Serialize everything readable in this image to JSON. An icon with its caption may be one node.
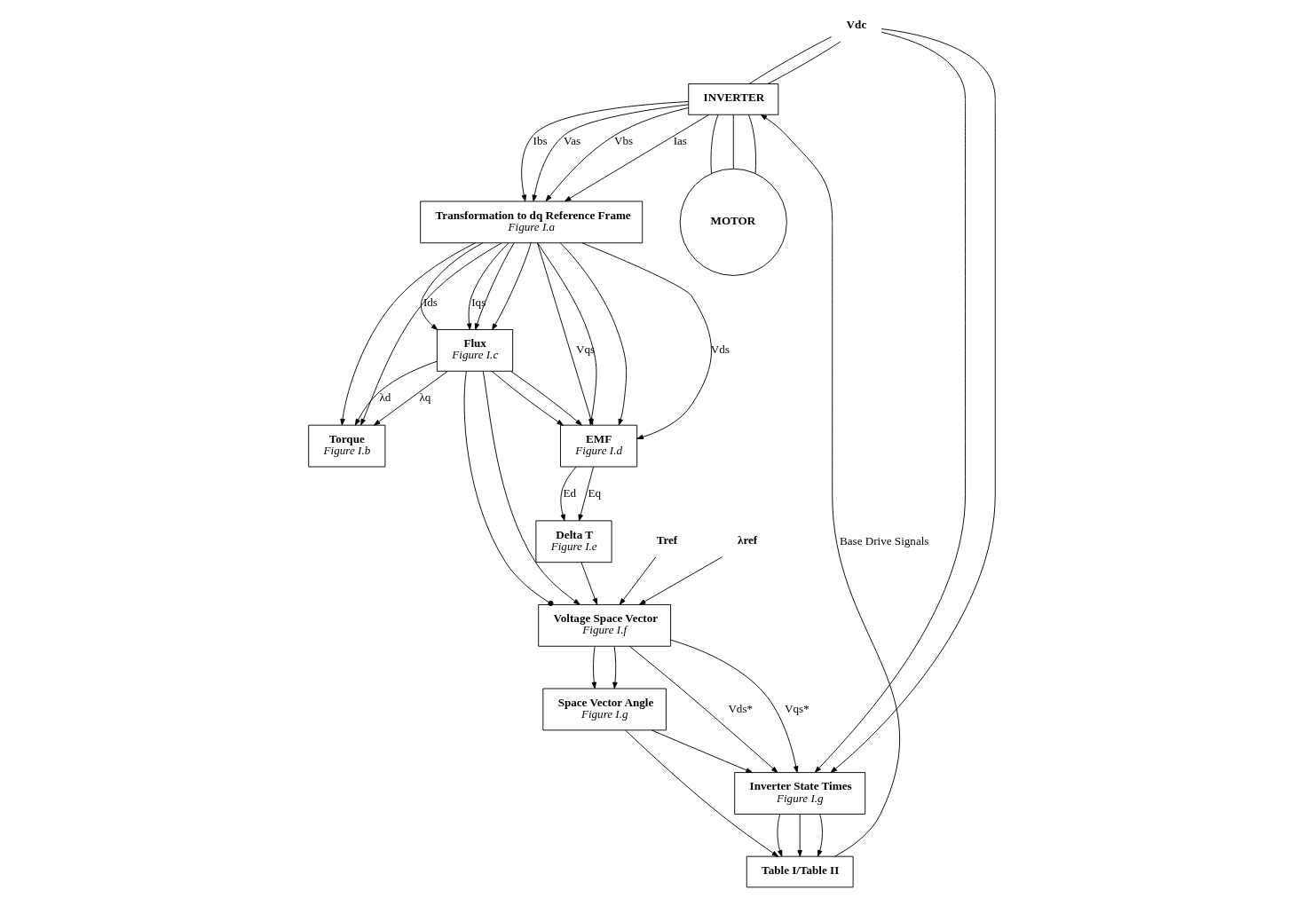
{
  "diagram": {
    "nodes": [
      {
        "text": [
          "INVERTER"
        ]
      },
      {
        "text": [
          "MOTOR"
        ]
      },
      {
        "text": [
          "Vdc"
        ]
      },
      {
        "text": [
          "Table I/Table II"
        ]
      },
      {
        "text": [
          "Transformation to dq Reference Frame",
          "Figure I.a"
        ]
      },
      {
        "text": [
          "Inverter State Times",
          "Figure I.g"
        ]
      },
      {
        "text": [
          "Flux",
          "Figure I.c"
        ]
      },
      {
        "text": [
          "Space Vector Angle",
          "Figure I.g"
        ]
      },
      {
        "text": [
          "Torque",
          "Figure I.b"
        ]
      },
      {
        "text": [
          "Delta T",
          "Figure I.e"
        ]
      },
      {
        "text": [
          "EMF",
          "Figure I.d"
        ]
      },
      {
        "text": [
          "Tref"
        ]
      },
      {
        "text": [
          "Voltage Space Vector",
          "Figure I.f"
        ]
      },
      {
        "text": [
          "λref"
        ]
      }
    ],
    "edges": [
      {
        "from": 2,
        "to": 0,
        "arrow": "none"
      },
      {
        "from": 2,
        "to": 0,
        "arrow": "none"
      },
      {
        "from": 0,
        "to": 1,
        "arrow": "none"
      },
      {
        "from": 0,
        "to": 1,
        "arrow": "none"
      },
      {
        "from": 0,
        "to": 1,
        "arrow": "none"
      },
      {
        "from": 2,
        "to": 5,
        "arrow": "to"
      },
      {
        "from": 2,
        "to": 5,
        "arrow": "to"
      },
      {
        "from": 3,
        "to": 0,
        "arrow": "to",
        "label": "Base Drive Signals"
      },
      {
        "from": 0,
        "to": 4,
        "arrow": "to",
        "label": "Vas"
      },
      {
        "from": 0,
        "to": 4,
        "arrow": "to",
        "label": "Vbs"
      },
      {
        "from": 0,
        "to": 4,
        "arrow": "to",
        "label": "Ias"
      },
      {
        "from": 0,
        "to": 4,
        "arrow": "to",
        "label": "Ibs"
      },
      {
        "from": 5,
        "to": 3,
        "arrow": "to"
      },
      {
        "from": 5,
        "to": 3,
        "arrow": "to"
      },
      {
        "from": 5,
        "to": 3,
        "arrow": "to"
      },
      {
        "from": 7,
        "to": 3,
        "arrow": "to"
      },
      {
        "from": 7,
        "to": 5,
        "arrow": "to"
      },
      {
        "from": 12,
        "to": 5,
        "arrow": "to",
        "label": "Vds*"
      },
      {
        "from": 12,
        "to": 5,
        "arrow": "to",
        "label": "Vqs*"
      },
      {
        "from": 12,
        "to": 7,
        "arrow": "to"
      },
      {
        "from": 12,
        "to": 7,
        "arrow": "to"
      },
      {
        "from": 4,
        "to": 6,
        "arrow": "to"
      },
      {
        "from": 4,
        "to": 6,
        "arrow": "to"
      },
      {
        "from": 4,
        "to": 6,
        "arrow": "to",
        "label": "Ids"
      },
      {
        "from": 4,
        "to": 6,
        "arrow": "to",
        "label": "Iqs"
      },
      {
        "from": 4,
        "to": 8,
        "arrow": "to"
      },
      {
        "from": 4,
        "to": 8,
        "arrow": "to"
      },
      {
        "from": 6,
        "to": 8,
        "arrow": "to",
        "label": "λd"
      },
      {
        "from": 6,
        "to": 8,
        "arrow": "to",
        "label": "λq"
      },
      {
        "from": 4,
        "to": 10,
        "arrow": "to",
        "label": "Vds"
      },
      {
        "from": 4,
        "to": 10,
        "arrow": "to",
        "label": "Vqs"
      },
      {
        "from": 4,
        "to": 10,
        "arrow": "to"
      },
      {
        "from": 4,
        "to": 10,
        "arrow": "to"
      },
      {
        "from": 6,
        "to": 10,
        "arrow": "to"
      },
      {
        "from": 6,
        "to": 10,
        "arrow": "to"
      },
      {
        "from": 10,
        "to": 9,
        "arrow": "to",
        "label": "Ed"
      },
      {
        "from": 10,
        "to": 9,
        "arrow": "to",
        "label": "Eq"
      },
      {
        "from": 9,
        "to": 12,
        "arrow": "to"
      },
      {
        "from": 11,
        "to": 12,
        "arrow": "to"
      },
      {
        "from": 13,
        "to": 12,
        "arrow": "to"
      },
      {
        "from": 6,
        "to": 12,
        "arrow": "other"
      },
      {
        "from": 6,
        "to": 12,
        "arrow": "to"
      }
    ]
  }
}
